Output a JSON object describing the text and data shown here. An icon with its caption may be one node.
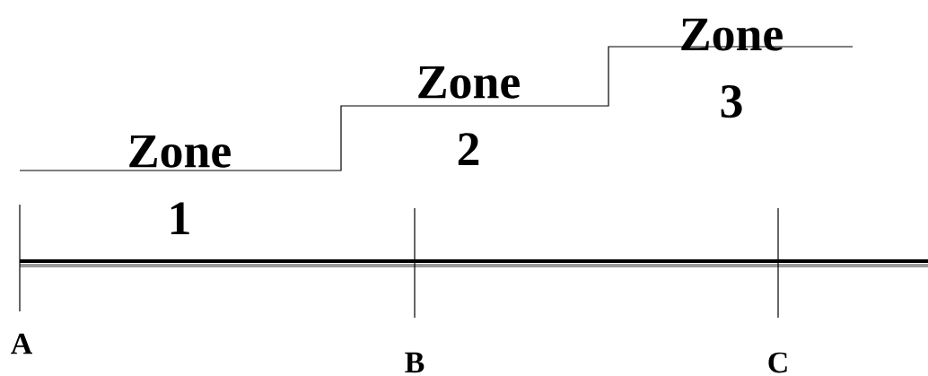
{
  "diagram": {
    "labels": [
      "Zone 1",
      "Zone 2",
      "Zone 3",
      "A",
      "B",
      "C"
    ]
  }
}
